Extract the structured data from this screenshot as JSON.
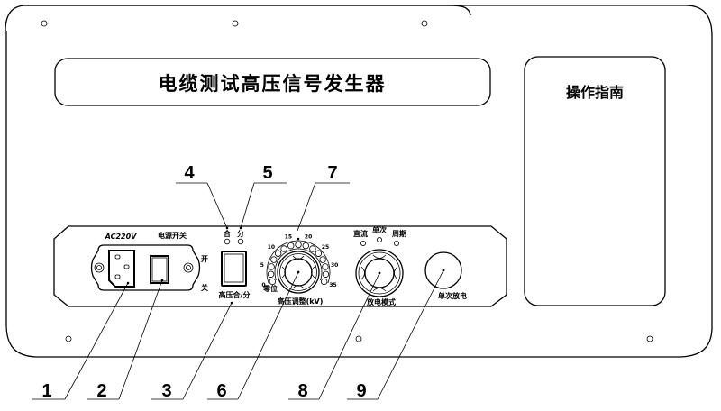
{
  "panel": {
    "title": "电缆测试高压信号发生器",
    "guide_title": "操作指南",
    "colors": {
      "line": "#000000",
      "background": "#ffffff"
    }
  },
  "controls": {
    "ac_input_label": "AC220V",
    "power_switch_label": "电源开关",
    "power_on_label": "开",
    "power_off_label": "关",
    "hv_close_indicator_label": "合",
    "hv_open_indicator_label": "分",
    "hv_switch_label": "高压合/分",
    "zero_position_label": "零位",
    "hv_knob_label": "高压调整(kV)",
    "hv_scale_ticks": [
      "0",
      "5",
      "10",
      "15",
      "20",
      "25",
      "30",
      "35"
    ],
    "discharge_modes": [
      "直流",
      "单次",
      "周期"
    ],
    "discharge_mode_label": "放电模式",
    "single_discharge_label": "单次放电"
  },
  "callouts": {
    "top": [
      "4",
      "5",
      "7"
    ],
    "bottom": [
      "1",
      "2",
      "3",
      "6",
      "8",
      "9"
    ]
  }
}
